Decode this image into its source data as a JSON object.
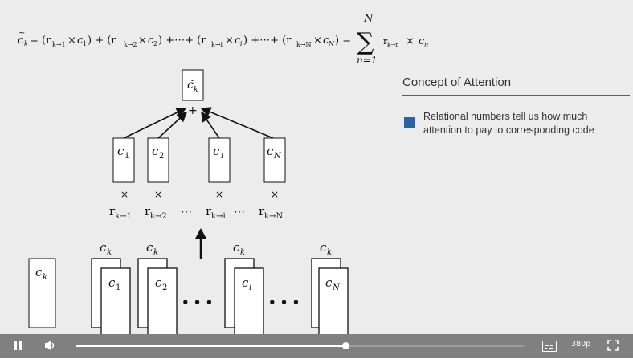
{
  "slide": {
    "equation": {
      "lhs": "c̃_k = (r_{k→1} × c_1) + (r_{k→2} × c_2) +⋯+ (r_{k→i} × c_i) +⋯+ (r_{k→N} × c_N) = ∑_{n=1}^{N} r_{k→n} × c_n",
      "sum_upper": "N",
      "sum_lower": "n=1"
    },
    "panel": {
      "title": "Concept of Attention",
      "bullet": "Relational numbers tell us how much attention to pay to corresponding code"
    },
    "diagram": {
      "output_label": "c̃",
      "output_sub": "k",
      "plus": "+",
      "codes": [
        {
          "base": "c",
          "sub": "1"
        },
        {
          "base": "c",
          "sub": "2"
        },
        {
          "base": "c",
          "sub": "i"
        },
        {
          "base": "c",
          "sub": "N"
        }
      ],
      "times": "×",
      "relations": [
        {
          "base": "r",
          "sub": "k→1"
        },
        {
          "base": "r",
          "sub": "k→2"
        },
        {
          "base": "r",
          "sub": "k→i"
        },
        {
          "base": "r",
          "sub": "k→N"
        }
      ],
      "ellipsis": "⋯",
      "query": {
        "base": "c",
        "sub": "k"
      },
      "pair_top": {
        "base": "c",
        "sub": "k"
      },
      "pairs_bottom": [
        {
          "base": "c",
          "sub": "1"
        },
        {
          "base": "c",
          "sub": "2"
        },
        {
          "base": "c",
          "sub": "i"
        },
        {
          "base": "c",
          "sub": "N"
        }
      ],
      "dots": "• • •"
    }
  },
  "player": {
    "play_state_icon": "pause-icon",
    "volume_icon": "volume-icon",
    "progress": 0.6,
    "captions_icon": "captions-icon",
    "quality": "380p",
    "fullscreen_icon": "fullscreen-icon"
  }
}
